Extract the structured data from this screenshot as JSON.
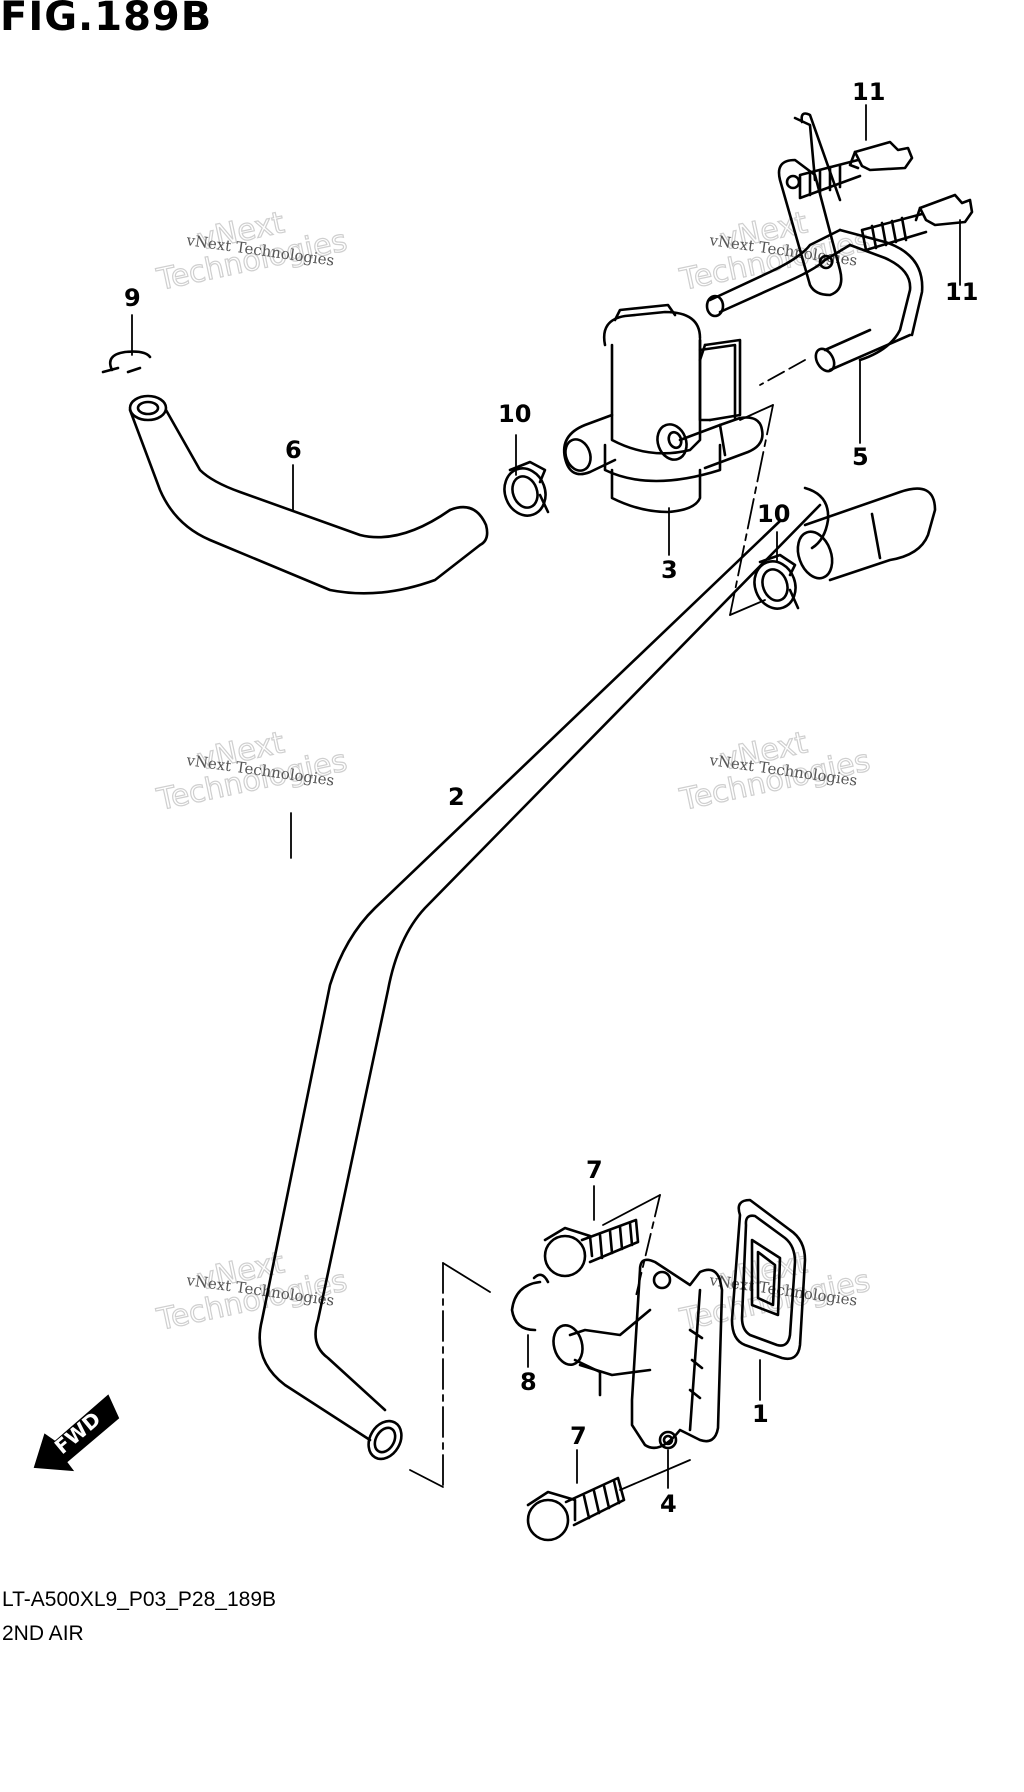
{
  "figure": {
    "title": "FIG.189B",
    "code": "LT-A500XL9_P03_P28_189B",
    "name": "2ND AIR"
  },
  "callouts": {
    "c1": "1",
    "c2": "2",
    "c3": "3",
    "c4": "4",
    "c5": "5",
    "c6": "6",
    "c7a": "7",
    "c7b": "7",
    "c8": "8",
    "c9": "9",
    "c10a": "10",
    "c10b": "10",
    "c11a": "11",
    "c11b": "11"
  },
  "watermark": {
    "company_short": "vNext",
    "company_full": "vNext Technologies",
    "word": "Technologies"
  },
  "fwd_label": "FWD",
  "colors": {
    "line": "#000000",
    "background": "#ffffff",
    "watermark": "#cfcfcf"
  }
}
